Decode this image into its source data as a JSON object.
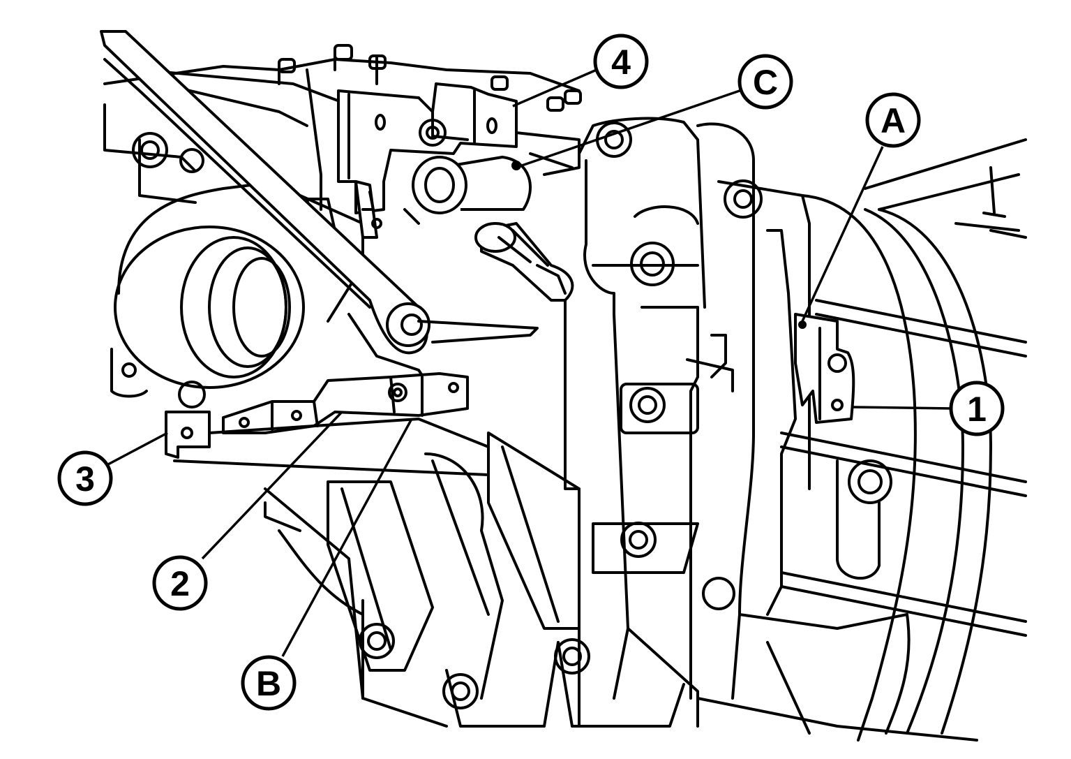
{
  "figure": {
    "callouts": [
      {
        "id": "c1",
        "label": "1"
      },
      {
        "id": "c2",
        "label": "2"
      },
      {
        "id": "c3",
        "label": "3"
      },
      {
        "id": "c4",
        "label": "4"
      },
      {
        "id": "cA",
        "label": "A"
      },
      {
        "id": "cB",
        "label": "B"
      },
      {
        "id": "cC",
        "label": "C"
      }
    ],
    "colors": {
      "line": "#000000",
      "background": "#ffffff"
    }
  }
}
